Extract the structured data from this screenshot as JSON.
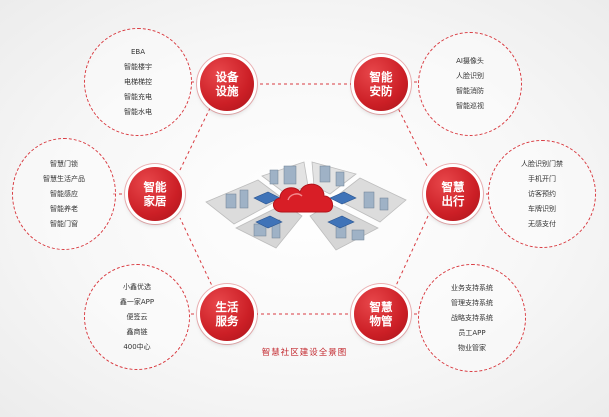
{
  "colors": {
    "accent": "#cc1f26",
    "dashed_line": "#d93b41",
    "text": "#333333"
  },
  "caption": "智慧社区建设全景图",
  "hub_icon": "cloud-icon",
  "nodes": {
    "facility": {
      "label_line1": "设备",
      "label_line2": "设施",
      "items": [
        "EBA",
        "智能楼宇",
        "电梯梯控",
        "智能充电",
        "智能水电"
      ]
    },
    "security": {
      "label_line1": "智能",
      "label_line2": "安防",
      "items": [
        "AI摄像头",
        "人脸识别",
        "智能消防",
        "智能巡视"
      ]
    },
    "home": {
      "label_line1": "智能",
      "label_line2": "家居",
      "items": [
        "智慧门锁",
        "智慧生活产品",
        "智能感应",
        "智能养老",
        "智能门窗"
      ]
    },
    "travel": {
      "label_line1": "智慧",
      "label_line2": "出行",
      "items": [
        "人脸识别门禁",
        "手机开门",
        "访客预约",
        "车牌识别",
        "无感支付"
      ]
    },
    "service": {
      "label_line1": "生活",
      "label_line2": "服务",
      "items": [
        "小鑫优选",
        "鑫一家APP",
        "便签云",
        "鑫商链",
        "400中心"
      ]
    },
    "property": {
      "label_line1": "智慧",
      "label_line2": "物管",
      "items": [
        "业务支持系统",
        "管理支持系统",
        "战略支持系统",
        "员工APP",
        "物业管家"
      ]
    }
  }
}
